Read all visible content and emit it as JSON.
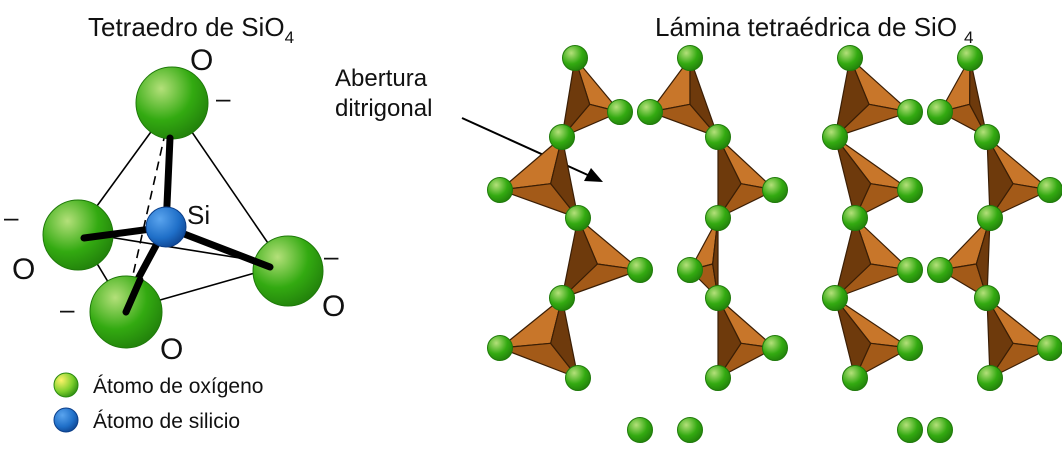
{
  "left_panel": {
    "title": "Tetraedro de SiO",
    "title_subscript": "4",
    "atom_labels": {
      "oxygen_top": "O",
      "oxygen_left": "O",
      "oxygen_right": "O",
      "oxygen_bottom": "O",
      "silicon": "Si"
    },
    "charge_symbol": "–",
    "legend": [
      {
        "label": "Átomo de oxígeno",
        "icon": "oxygen-atom-icon"
      },
      {
        "label": "Átomo de silicio",
        "icon": "silicon-atom-icon"
      }
    ]
  },
  "right_panel": {
    "title": "Lámina tetraédrica de SiO",
    "title_subscript": "4",
    "annotation_line1": "Abertura",
    "annotation_line2": "ditrigonal"
  },
  "colors": {
    "oxygen_light": "#b4e07a",
    "oxygen": "#33aa11",
    "oxygen_dark": "#1f7a0a",
    "silicon": "#1f6fc8",
    "silicon_dark": "#0c3f8a",
    "tetra_light": "#c8762a",
    "tetra_mid": "#a35a18",
    "tetra_dark": "#6e3a0c",
    "bond": "#000000"
  }
}
